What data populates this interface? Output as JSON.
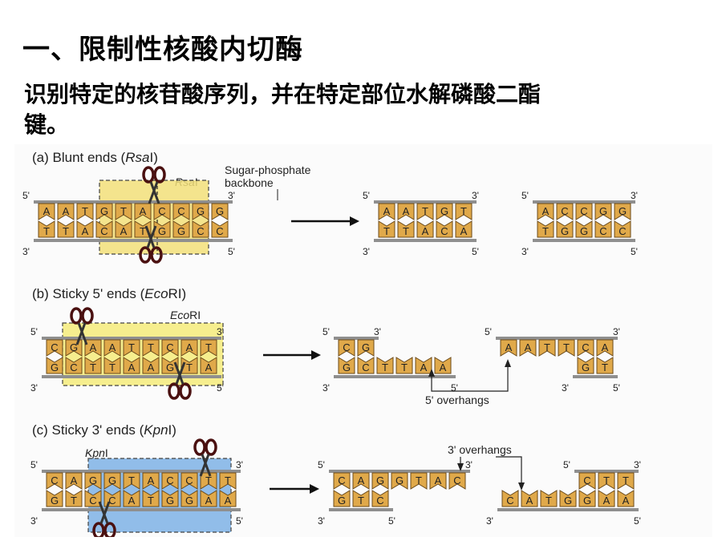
{
  "slide": {
    "title": "一、限制性核酸内切酶",
    "line1": "识别特定的核苷酸序列，并在特定部位水解磷酸二酯",
    "line2": "键。"
  },
  "figure": {
    "panel_a": {
      "caption_prefix": "(a) Blunt ends (",
      "caption_enzyme": "Rsa",
      "caption_suffix": "I)",
      "enzyme_italic": "Rsa",
      "enzyme_roman": "I",
      "backbone_line1": "Sugar-phosphate",
      "backbone_line2": "backbone",
      "top_left": "5'",
      "top_right": "3'",
      "bot_left": "3'",
      "bot_right": "5'",
      "top_seq": [
        "A",
        "A",
        "T",
        "G",
        "T",
        "A",
        "C",
        "C",
        "G",
        "G"
      ],
      "bot_seq": [
        "T",
        "T",
        "A",
        "C",
        "A",
        "T",
        "G",
        "G",
        "C",
        "C"
      ],
      "frag1_top": [
        "A",
        "A",
        "T",
        "G",
        "T"
      ],
      "frag1_bot": [
        "T",
        "T",
        "A",
        "C",
        "A"
      ],
      "frag2_top": [
        "A",
        "C",
        "C",
        "G",
        "G"
      ],
      "frag2_bot": [
        "T",
        "G",
        "G",
        "C",
        "C"
      ]
    },
    "panel_b": {
      "caption_prefix": "(b) Sticky 5' ends (",
      "caption_enzyme": "Eco",
      "caption_suffix": "RI)",
      "enzyme_italic": "Eco",
      "enzyme_roman": "RI",
      "top_seq": [
        "C",
        "G",
        "A",
        "A",
        "T",
        "T",
        "C",
        "A",
        "T"
      ],
      "bot_seq": [
        "G",
        "C",
        "T",
        "T",
        "A",
        "A",
        "G",
        "T",
        "A"
      ],
      "frag1_top": [
        "C",
        "G"
      ],
      "frag1_bot": [
        "G",
        "C",
        "T",
        "T",
        "A",
        "A"
      ],
      "frag2_top": [
        "A",
        "A",
        "T",
        "T",
        "C",
        "A"
      ],
      "frag2_bot": [
        "G",
        "T"
      ],
      "overhang_label": "5' overhangs"
    },
    "panel_c": {
      "caption_prefix": "(c) Sticky 3' ends (",
      "caption_enzyme": "Kpn",
      "caption_suffix": "I)",
      "enzyme_italic": "Kpn",
      "enzyme_roman": "I",
      "top_seq": [
        "C",
        "A",
        "G",
        "G",
        "T",
        "A",
        "C",
        "C",
        "T",
        "T"
      ],
      "bot_seq": [
        "G",
        "T",
        "C",
        "C",
        "A",
        "T",
        "G",
        "G",
        "A",
        "A"
      ],
      "frag1_top": [
        "C",
        "A",
        "G",
        "G",
        "T",
        "A",
        "C"
      ],
      "frag1_bot": [
        "G",
        "T",
        "C"
      ],
      "frag2_top": [
        "C",
        "T",
        "T"
      ],
      "frag2_bot": [
        "C",
        "A",
        "T",
        "G",
        "G",
        "A",
        "A"
      ],
      "overhang_label": "3' overhangs"
    }
  },
  "colors": {
    "base_fill": "#e0a94a",
    "base_stroke": "#6b4a1a",
    "backbone": "#8f8f8f",
    "rsa_box": "#f3e07a",
    "eco_box": "#f6ec7c",
    "kpn_box": "#7fb3e6",
    "scissors": "#4a1010"
  }
}
